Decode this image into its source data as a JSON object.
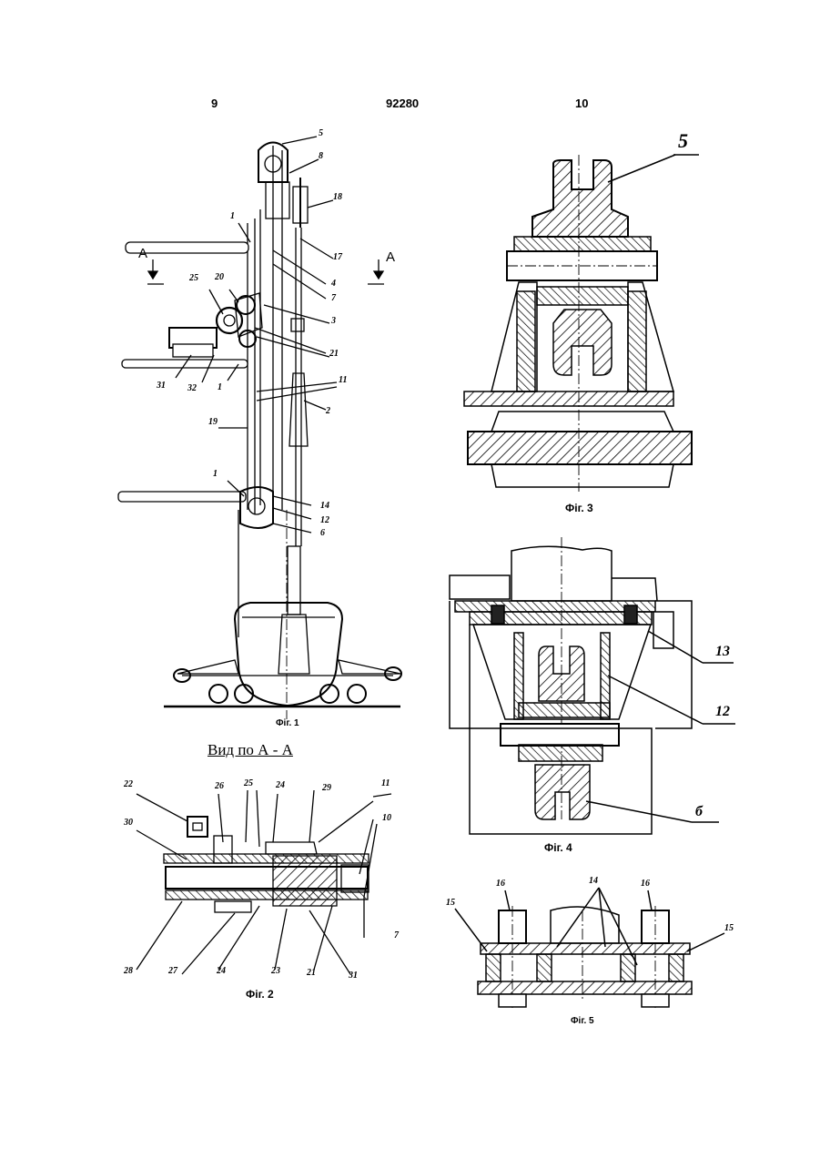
{
  "header": {
    "left_page": "9",
    "patent_number": "92280",
    "right_page": "10"
  },
  "figures": {
    "fig1": {
      "caption": "Фіг. 1",
      "section_marks": [
        "A",
        "A"
      ],
      "labels": {
        "n5": "5",
        "n8": "8",
        "n18": "18",
        "n1a": "1",
        "n17": "17",
        "n4": "4",
        "n7": "7",
        "n3": "3",
        "n25": "25",
        "n20": "20",
        "n21": "21",
        "n11": "11",
        "n31": "31",
        "n32": "32",
        "n1b": "1",
        "n2": "2",
        "n19": "19",
        "n1c": "1",
        "n14": "14",
        "n12": "12",
        "n6": "6"
      }
    },
    "fig2": {
      "title": "Вид по А - А",
      "caption": "Фіг. 2",
      "labels": {
        "n22": "22",
        "n26": "26",
        "n25": "25",
        "n24a": "24",
        "n29": "29",
        "n11": "11",
        "n30": "30",
        "n10": "10",
        "n7": "7",
        "n28": "28",
        "n27": "27",
        "n24b": "24",
        "n23": "23",
        "n21": "21",
        "n31": "31"
      }
    },
    "fig3": {
      "caption": "Фіг. 3",
      "labels": {
        "n5": "5"
      }
    },
    "fig4": {
      "caption": "Фіг. 4",
      "labels": {
        "n13": "13",
        "n12": "12",
        "n6": "б"
      }
    },
    "fig5": {
      "caption": "Фіг. 5",
      "labels": {
        "n16a": "16",
        "n16b": "16",
        "n14": "14",
        "n15a": "15",
        "n15b": "15"
      }
    }
  }
}
